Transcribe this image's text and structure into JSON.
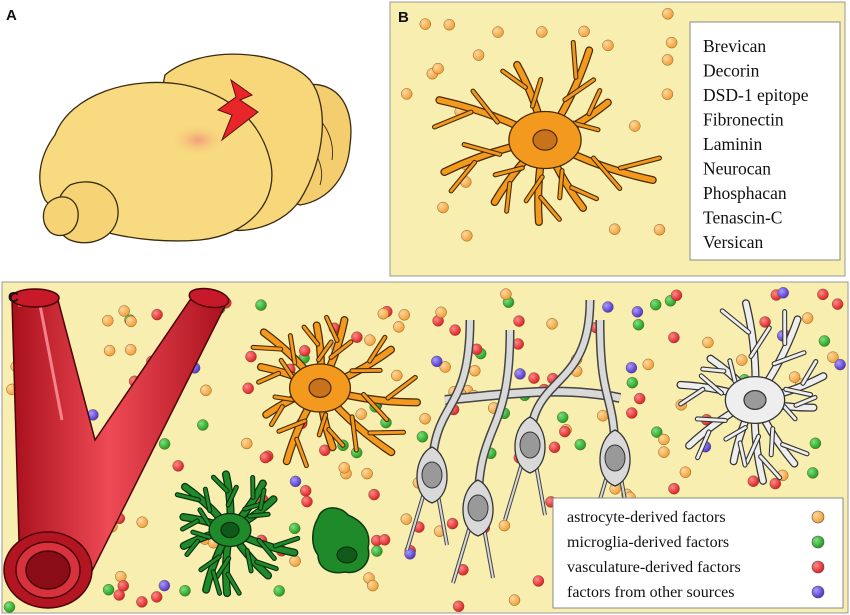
{
  "panels": {
    "a": {
      "letter": "A"
    },
    "b": {
      "letter": "B",
      "ecm_molecules": [
        "Brevican",
        "Decorin",
        "DSD-1 epitope",
        "Fibronectin",
        "Laminin",
        "Neurocan",
        "Phosphacan",
        "Tenascin-C",
        "Versican"
      ]
    },
    "c": {
      "letter": "C",
      "legend": [
        {
          "label": "astrocyte-derived factors",
          "color": "#f4a340"
        },
        {
          "label": "microglia-derived factors",
          "color": "#22a622"
        },
        {
          "label": "vasculature-derived factors",
          "color": "#e8262a"
        },
        {
          "label": "factors from other sources",
          "color": "#5a3fd0"
        }
      ]
    }
  },
  "colors": {
    "background_yellow": "#f7eeb0",
    "brain": "#f7d77a",
    "injury_bolt": "#e8262a",
    "astrocyte": "#f39a1e",
    "astrocyte_nucleus": "#c8731c",
    "microglia": "#1e8a2a",
    "vessel": "#d21f2e",
    "neuron": "#d9d9d9",
    "resting_astrocyte": "#eeeeee"
  },
  "icons": {
    "injury": "lightning-bolt-icon",
    "blood_vessel": "blood-vessel-icon",
    "reactive_astrocyte": "astrocyte-icon",
    "microglia": "microglia-icon",
    "neuron": "neuron-icon"
  }
}
